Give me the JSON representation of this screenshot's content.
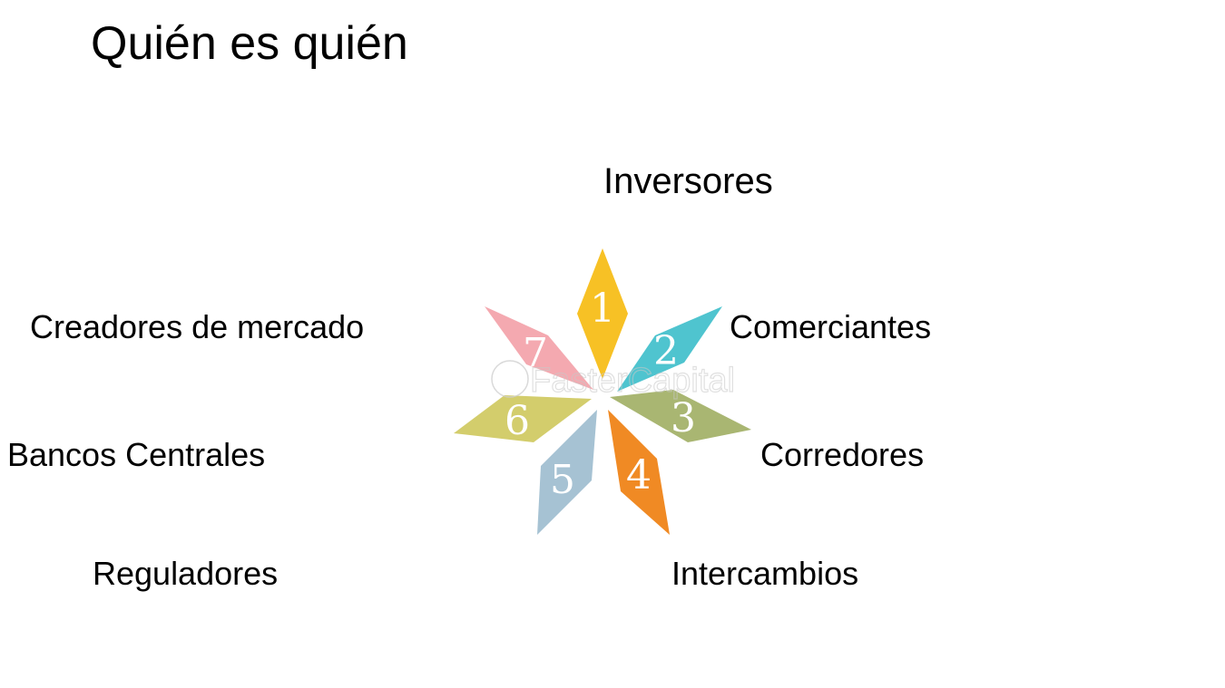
{
  "title": "Quién es quién",
  "watermark": "FasterCapital",
  "items": [
    {
      "number": "1",
      "label": "Inversores",
      "color": "#f7c125"
    },
    {
      "number": "2",
      "label": "Comerciantes",
      "color": "#4fc4cf"
    },
    {
      "number": "3",
      "label": "Corredores",
      "color": "#a9b672"
    },
    {
      "number": "4",
      "label": "Intercambios",
      "color": "#f08a24"
    },
    {
      "number": "5",
      "label": "Reguladores",
      "color": "#a6c2d3"
    },
    {
      "number": "6",
      "label": "Bancos Centrales",
      "color": "#d3cd6c"
    },
    {
      "number": "7",
      "label": "Creadores de mercado",
      "color": "#f4a9b0"
    }
  ]
}
